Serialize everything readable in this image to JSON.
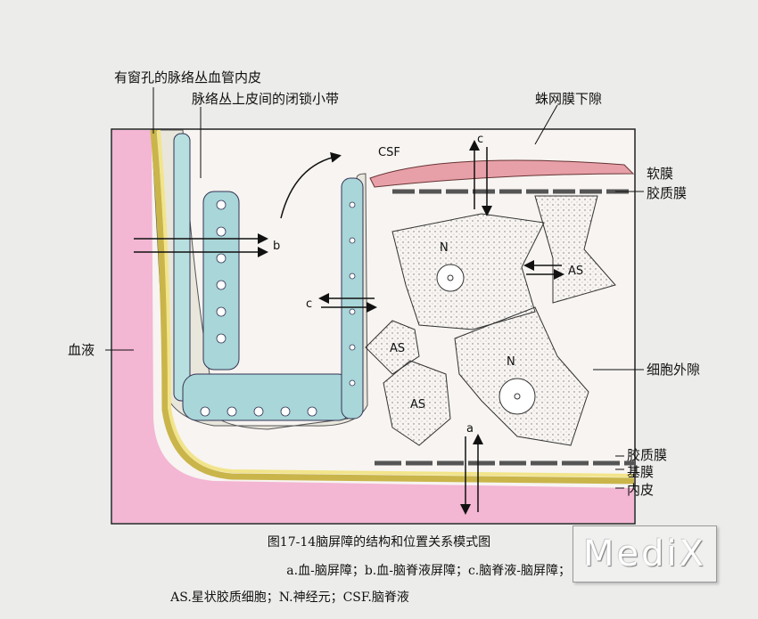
{
  "labels": {
    "fenestrated_endothelium": "有窗孔的脉络丛血管内皮",
    "tight_junction": "脉络丛上皮间的闭锁小带",
    "subarachnoid": "蛛网膜下隙",
    "csf": "CSF",
    "pia": "软膜",
    "glial_top": "胶质膜",
    "blood": "血液",
    "extracellular": "细胞外隙",
    "glial_bottom": "胶质膜",
    "basement": "基膜",
    "endothelium": "内皮",
    "a": "a",
    "b": "b",
    "c1": "c",
    "c2": "c",
    "n1": "N",
    "n2": "N",
    "as1": "AS",
    "as2": "AS",
    "as3": "AS"
  },
  "caption": {
    "title": "图17-14脑屏障的结构和位置关系模式图",
    "line1": "a.血-脑屏障；b.血-脑脊液屏障；c.脑脊液-脑屏障；",
    "line2": "AS.星状胶质细胞；N.神经元；CSF.脑脊液"
  },
  "watermark": "MediX",
  "colors": {
    "blood": "#f3b6d3",
    "epithelium": "#a9d6d8",
    "astro": "#efe9e2",
    "endo": "#f2e48a",
    "pia": "#e8a0a8"
  }
}
